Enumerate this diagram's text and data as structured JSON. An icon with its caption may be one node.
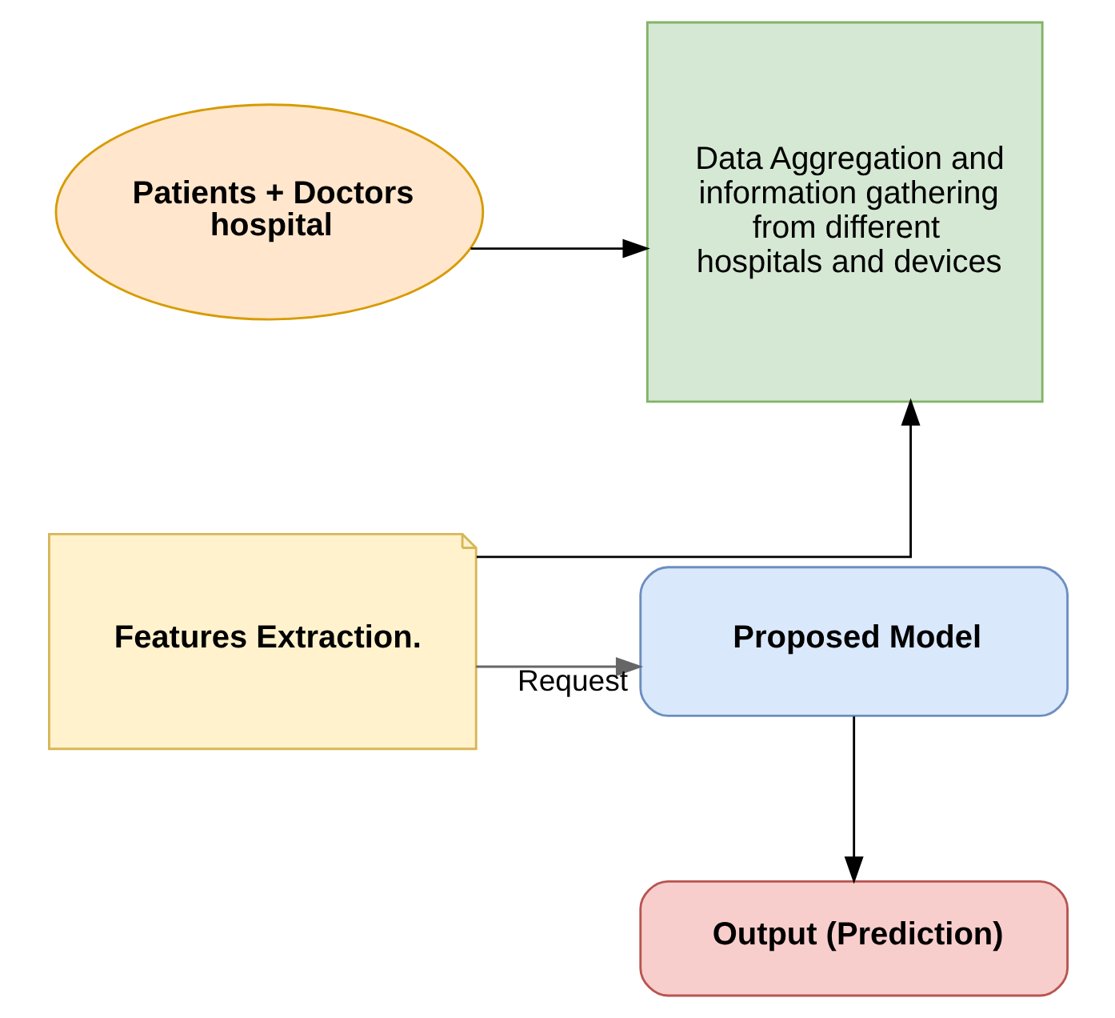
{
  "diagram": {
    "nodes": [
      {
        "text": [
          "Patients + Doctors hospital"
        ]
      },
      {
        "text": [
          "Data Aggregation and information gathering from different hospitals and devices"
        ]
      },
      {
        "text": [
          "Proposed Model"
        ]
      },
      {
        "text": [
          "Features Extraction."
        ]
      },
      {
        "text": [
          "Output (Prediction)"
        ]
      }
    ],
    "edges": [
      {
        "from": 0,
        "to": 1,
        "arrow": "to"
      },
      {
        "from": 3,
        "to": 1,
        "arrow": "to"
      },
      {
        "from": 3,
        "to": 2,
        "arrow": "to",
        "label": "Request",
        "color": "#666666"
      },
      {
        "from": 2,
        "to": 4,
        "arrow": "to"
      }
    ]
  }
}
